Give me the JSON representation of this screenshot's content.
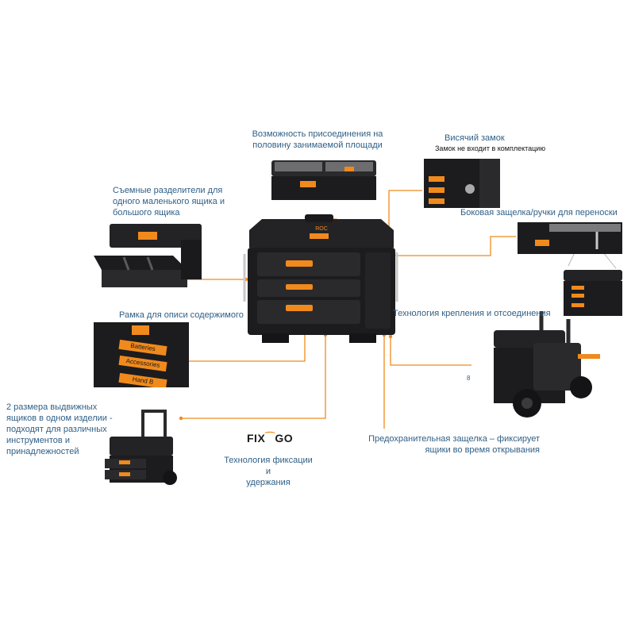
{
  "labels": {
    "half_footprint": [
      "Возможность присоединения на",
      "половину занимаемой площади"
    ],
    "padlock_title": "Висячий замок",
    "padlock_note": "Замок не входит в комплектацию",
    "side_latch": "Боковая защелка/ручки для переноски",
    "dividers": [
      "Съемные разделители для",
      "одного маленького ящика и",
      "большого ящика"
    ],
    "label_frame": "Рамка для описи содержимого",
    "mount_tech": "Технология крепления и отсоединения",
    "two_sizes": [
      "2 размера выдвижных",
      "ящиков в одном изделии -",
      "подходят для различных",
      "инструментов и",
      "принадлежностей"
    ],
    "safety_latch": [
      "Предохранительная защелка – фиксирует",
      "ящики во время открывания"
    ],
    "fix_tech": [
      "Технология фиксации и",
      "удержания"
    ]
  },
  "logo_text": {
    "brand": "ROC",
    "fixgo_left": "FIX",
    "fixgo_right": "GO"
  },
  "drawer_tags": [
    "Batteries",
    "Accessories",
    "Hand B"
  ],
  "page_number": "8",
  "colors": {
    "text": "#2f5f86",
    "accent": "#f08a1c",
    "product": "#1c1c1e",
    "background": "#ffffff"
  }
}
